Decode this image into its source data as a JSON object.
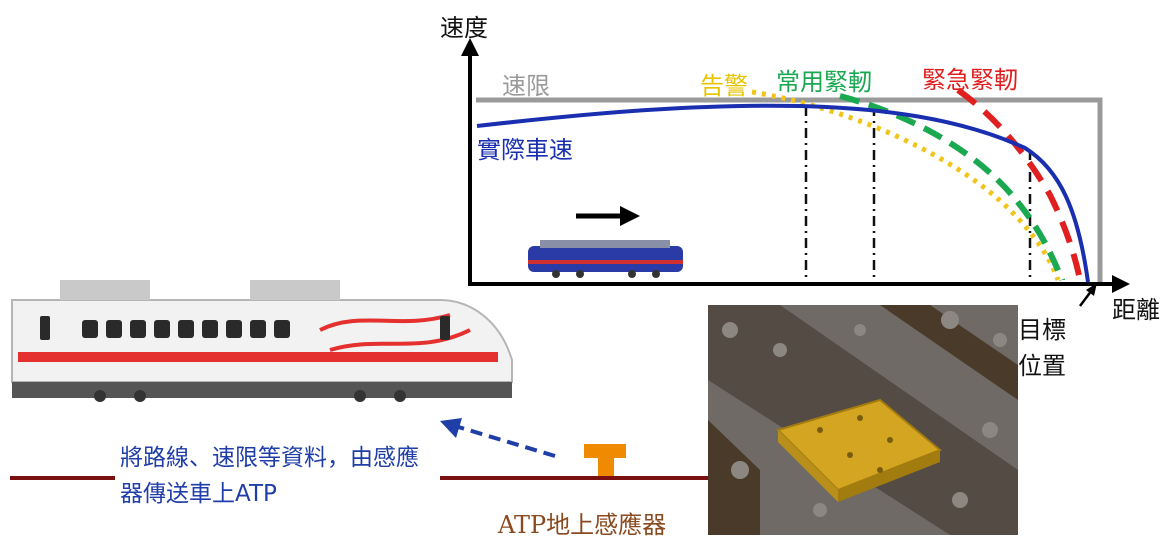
{
  "chart": {
    "y_axis_label": "速度",
    "x_axis_label": "距離",
    "target_position_label": [
      "目標",
      "位置"
    ],
    "curves": {
      "speed_limit": {
        "label": "速限",
        "color": "#9a9a9a"
      },
      "warning": {
        "label": "告警",
        "color": "#f0c419"
      },
      "service_brake": {
        "label": "常用緊軔",
        "color": "#1aa850"
      },
      "emergency_brake": {
        "label": "緊急緊軔",
        "color": "#e02020"
      },
      "actual_speed": {
        "label": "實際車速",
        "color": "#1a2fb0"
      }
    }
  },
  "caption": "將路線、速限等資料，由感應器傳送車上ATP",
  "sensor_label": "ATP地上感應器",
  "colors": {
    "rail": "#7a1010",
    "sensor": "#f08a00",
    "arrow": "#1f3ea8"
  }
}
